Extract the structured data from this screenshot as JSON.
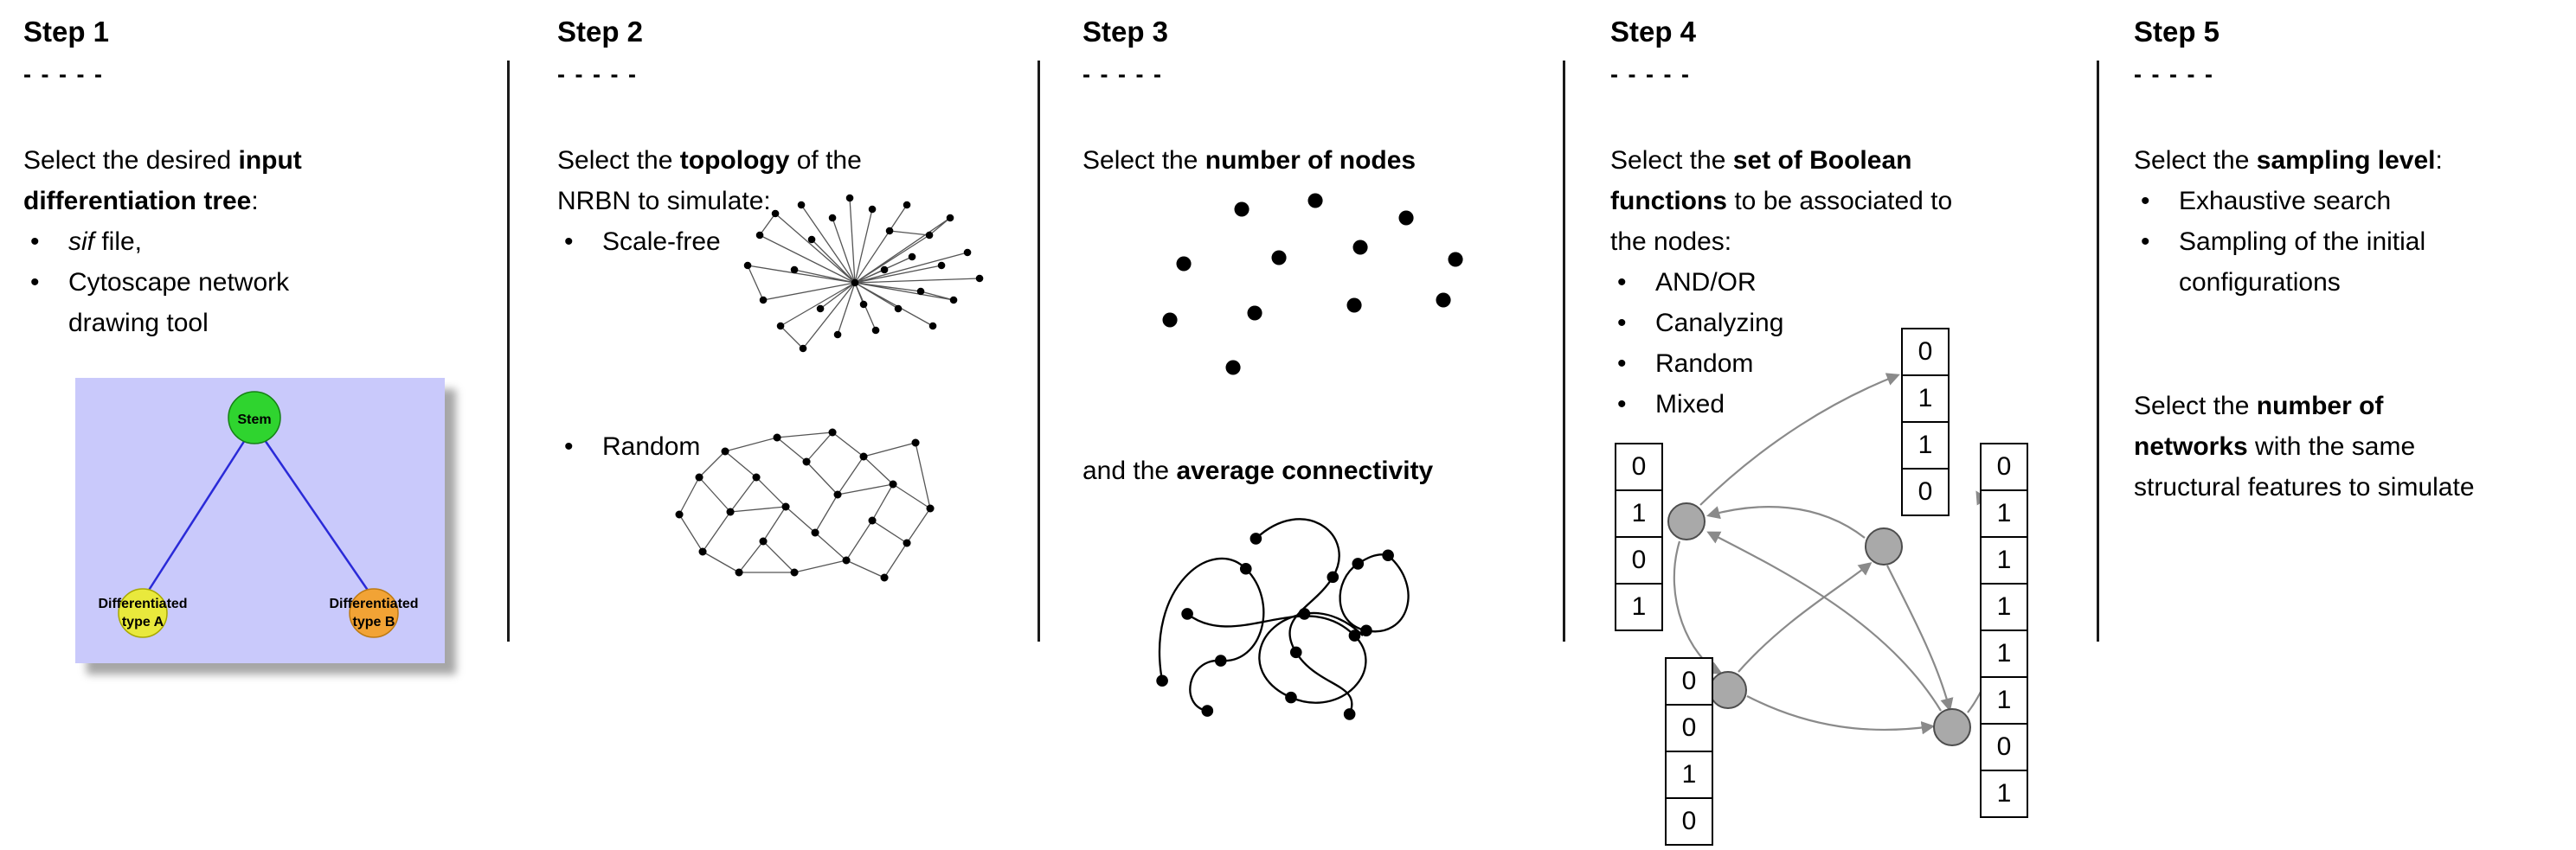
{
  "ui": {
    "bullet": "•"
  },
  "step1": {
    "title": "Step 1",
    "dashes": "- - - - -",
    "line": {
      "pre": "Select the desired ",
      "bold": "input differentiation tree",
      "post": ":"
    },
    "bullet1": {
      "italic": "sif",
      "rest": " file,"
    },
    "bullet2": "Cytoscape network drawing tool",
    "tree": {
      "stem": "Stem",
      "type_a_line1": "Differentiated",
      "type_a_line2": "type A",
      "type_b_line1": "Differentiated",
      "type_b_line2": "type B",
      "colors": {
        "panel": "#c9c9fb",
        "stem": "#2fd42f",
        "type_a": "#e9e93c",
        "type_b": "#f2a335",
        "edge": "#2a2ad8"
      }
    }
  },
  "step2": {
    "title": "Step 2",
    "dashes": "- - - - -",
    "line": {
      "pre": "Select the ",
      "bold": "topology",
      "post": " of the NRBN to simulate:"
    },
    "bullet1": "Scale-free",
    "bullet2": "Random"
  },
  "step3": {
    "title": "Step 3",
    "dashes": "- - - - -",
    "line1": {
      "pre": "Select the ",
      "bold": "number of nodes"
    },
    "line2": {
      "pre": "and the ",
      "bold": "average connectivity"
    }
  },
  "step4": {
    "title": "Step 4",
    "dashes": "- - - - -",
    "line": {
      "pre": "Select the ",
      "bold": "set of Boolean functions",
      "post": " to be associated to the nodes:"
    },
    "bullets": [
      "AND/OR",
      "Canalyzing",
      "Random",
      "Mixed"
    ],
    "tables": {
      "left": [
        "0",
        "1",
        "0",
        "1"
      ],
      "top": [
        "0",
        "1",
        "1",
        "0"
      ],
      "bottom": [
        "0",
        "0",
        "1",
        "0"
      ],
      "right": [
        "0",
        "1",
        "1",
        "1",
        "1",
        "1",
        "0",
        "1"
      ]
    }
  },
  "step5": {
    "title": "Step 5",
    "dashes": "- - - - -",
    "line1": {
      "pre": "Select the ",
      "bold": "sampling level",
      "post": ":"
    },
    "bullet1": "Exhaustive search",
    "bullet2": "Sampling of the initial configurations",
    "line2": {
      "pre": "Select the ",
      "bold": "number of networks",
      "post": " with the same structural features to simulate"
    }
  }
}
